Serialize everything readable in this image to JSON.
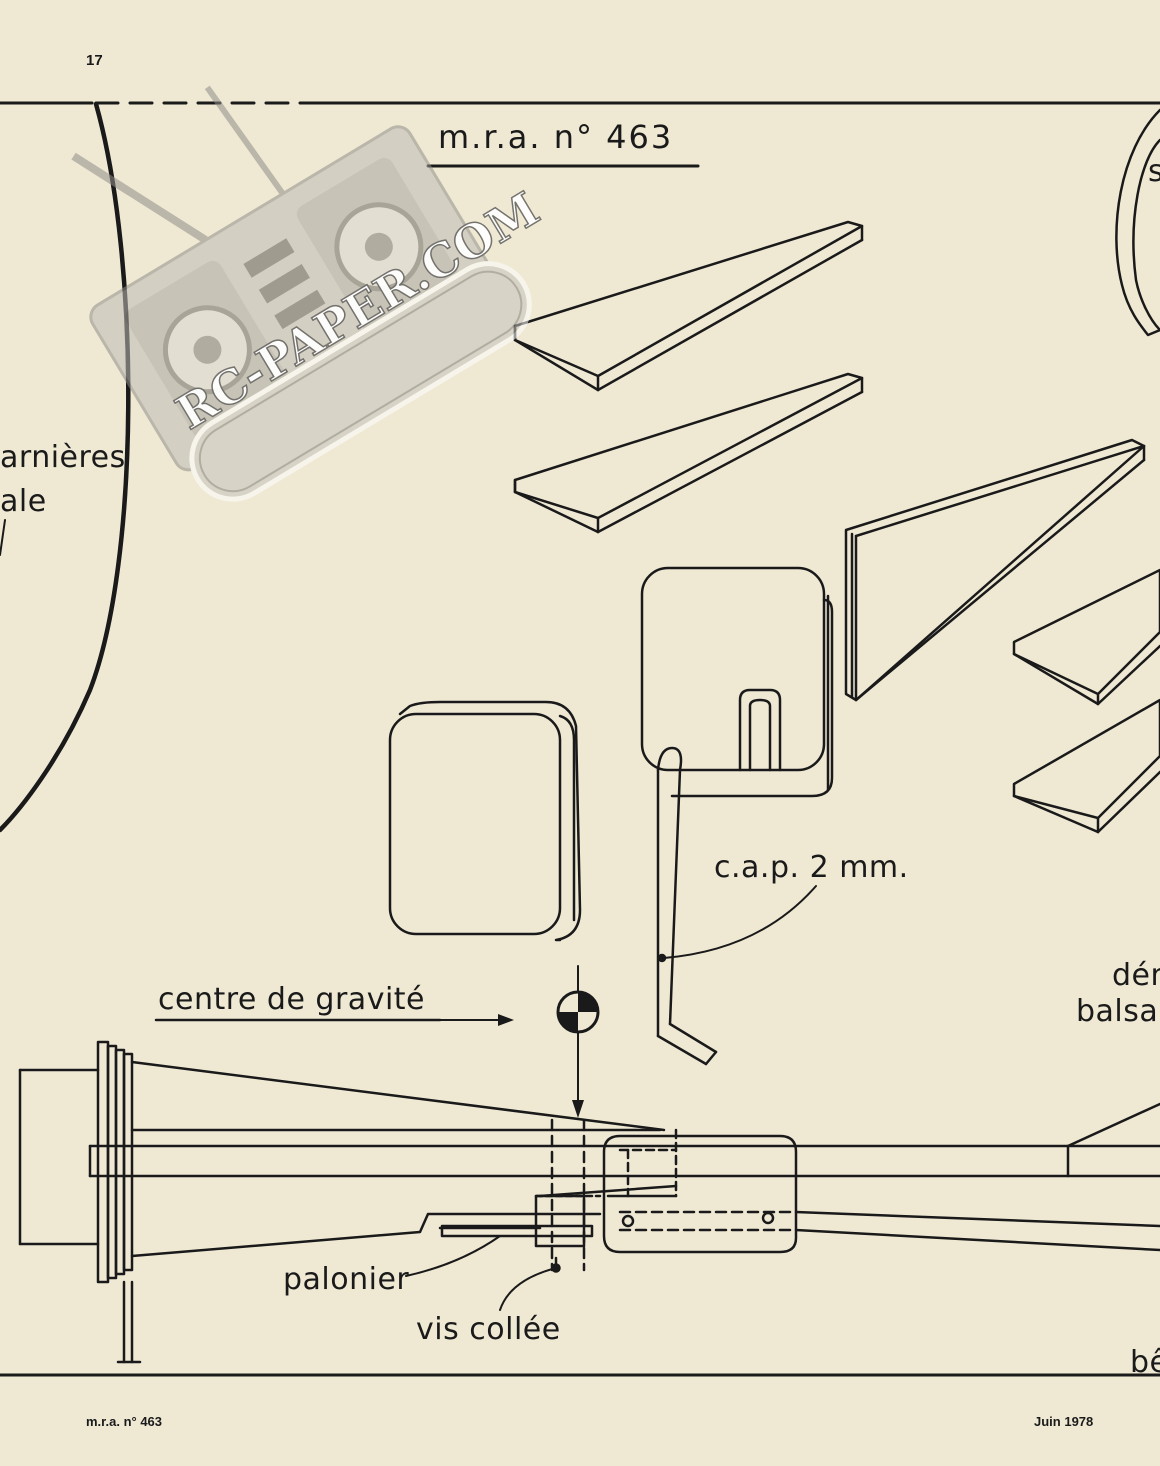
{
  "page": {
    "number": "17",
    "heading": "m.r.a. n° 463",
    "footer_left": "m.r.a. n° 463",
    "footer_right": "Juin 1978"
  },
  "labels": {
    "cap": "c.a.p. 2 mm.",
    "centre_gravite": "centre de gravité",
    "palonier": "palonier",
    "vis_collee": "vis collée",
    "charnieres": "arnières",
    "ale": "ale",
    "dem": "dém",
    "balsa": "balsa",
    "be": "bê",
    "s": "s"
  },
  "watermark": {
    "text": "RC-PAPER.COM"
  },
  "colors": {
    "paper": "#efe9d4",
    "ink": "#1a1a1a",
    "watermark_fill": "#c4c2bc"
  }
}
